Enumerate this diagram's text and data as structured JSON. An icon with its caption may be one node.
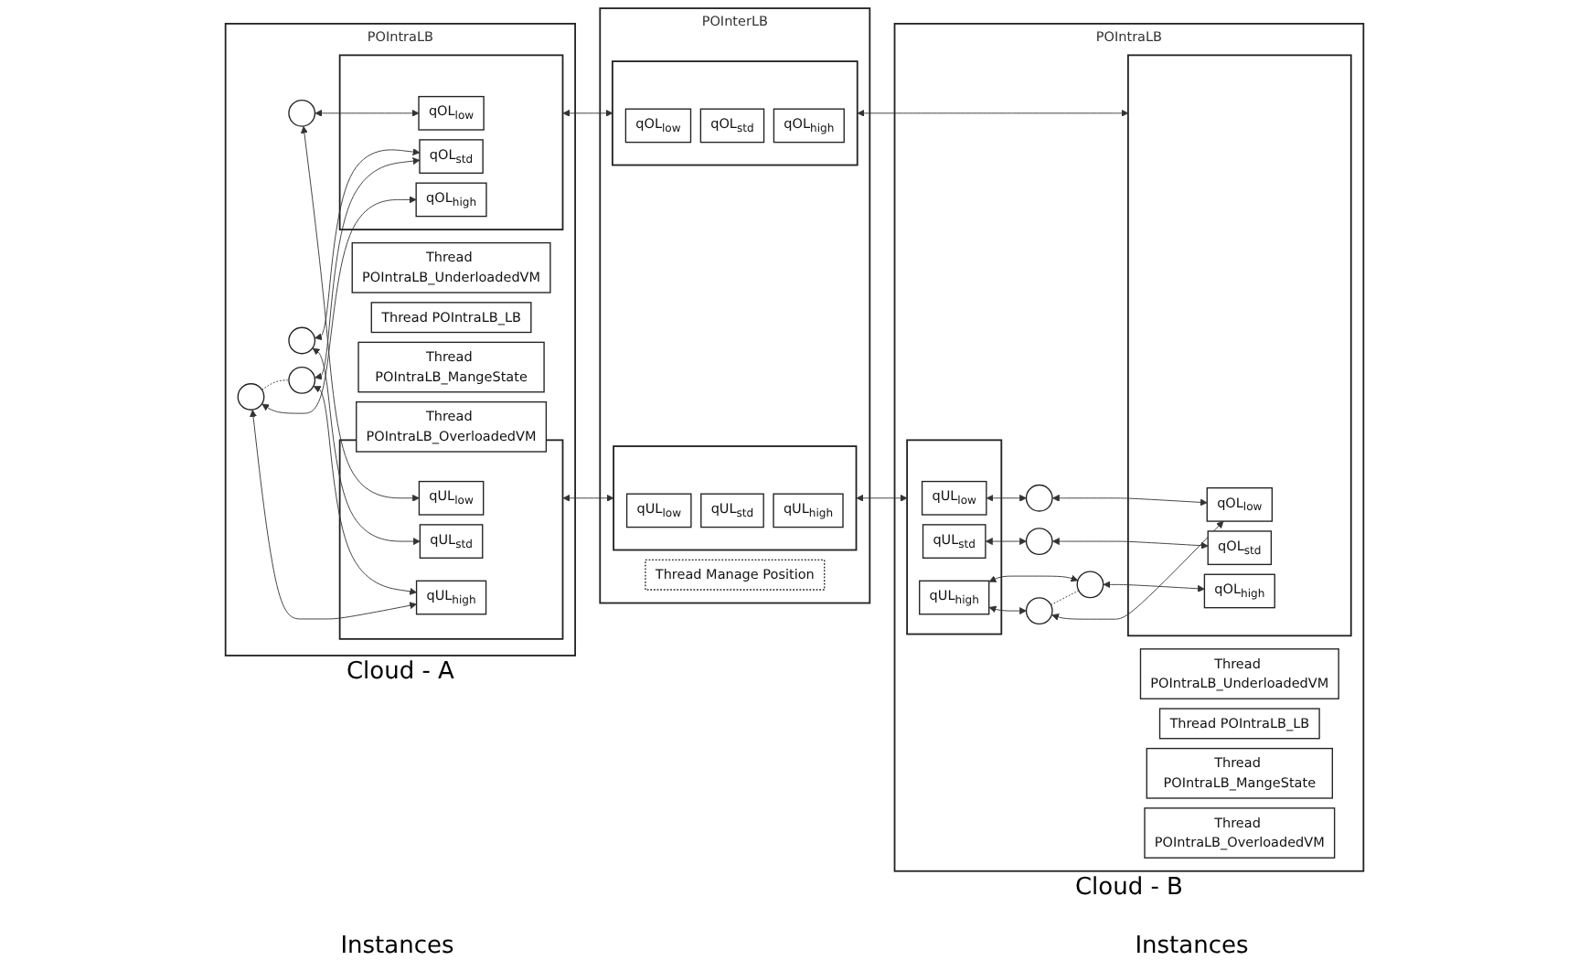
{
  "diagram": {
    "nodes": [
      {
        "text": [
          "POIntraLB"
        ],
        "beside": [
          "Cloud - A"
        ]
      },
      {
        "text": [
          "Thread POIntraLB_UnderloadedVM"
        ],
        "in": 0
      },
      {
        "text": [
          "Thread POIntraLB_LB"
        ],
        "in": 0
      },
      {
        "text": [],
        "shape": "box",
        "in": 0
      },
      {
        "text": [
          "qUL$_{low}$"
        ],
        "in": 3
      },
      {
        "text": [
          "qUL$_{std}$"
        ],
        "in": 3
      },
      {
        "text": [
          "qUL$_{high}$"
        ],
        "in": 3
      },
      {
        "text": [],
        "shape": "box",
        "in": 0
      },
      {
        "text": [
          "qOL$_{low}$"
        ],
        "in": 7
      },
      {
        "text": [
          "qOL$_{std}$"
        ],
        "in": 7
      },
      {
        "text": [
          "qOL$_{high}$"
        ],
        "in": 7
      },
      {
        "text": [],
        "shape": "circle",
        "in": 0
      },
      {
        "text": [],
        "shape": "circle",
        "in": 0
      },
      {
        "text": [],
        "shape": "circle",
        "in": 0
      },
      {
        "text": [],
        "shape": "circle",
        "in": 0
      },
      {
        "text": [
          "Thread POIntraLB_MangeState"
        ],
        "in": 0
      },
      {
        "text": [
          "Thread POIntraLB_OverloadedVM"
        ],
        "in": 0
      },
      {
        "text": [
          "POInterLB"
        ]
      },
      {
        "text": [],
        "shape": "box",
        "in": 17
      },
      {
        "text": [
          "qUL$_{low}$"
        ],
        "in": 18
      },
      {
        "text": [
          "qUL$_{std}$"
        ],
        "in": 18
      },
      {
        "text": [
          "qUL$_{high}$"
        ],
        "in": 18
      },
      {
        "text": [],
        "shape": "box",
        "in": 17
      },
      {
        "text": [
          "qOL$_{low}$"
        ],
        "in": 22
      },
      {
        "text": [
          "qOL$_{std}$"
        ],
        "in": 22
      },
      {
        "text": [
          "qOL$_{high}$"
        ],
        "in": 22
      },
      {
        "text": [
          "Thread Manage Position"
        ],
        "in": 17
      },
      {
        "text": [
          "POIntraLB"
        ],
        "beside": [
          "Cloud - B"
        ]
      },
      {
        "text": [
          "Thread POIntraLB_UnderloadedVM"
        ],
        "in": 27
      },
      {
        "text": [
          "Thread POIntraLB_LB"
        ],
        "in": 27
      },
      {
        "text": [],
        "shape": "box",
        "in": 27
      },
      {
        "text": [
          "qUL$_{low}$"
        ],
        "in": 30
      },
      {
        "text": [
          "qUL$_{std}$"
        ],
        "in": 30
      },
      {
        "text": [
          "qUL$_{high}$"
        ],
        "in": 30
      },
      {
        "text": [],
        "shape": "box",
        "in": 27
      },
      {
        "text": [
          "qOL$_{low}$"
        ],
        "in": 34
      },
      {
        "text": [
          "qOL$_{std}$"
        ],
        "in": 34
      },
      {
        "text": [
          "qOL$_{high}$"
        ],
        "in": 34
      },
      {
        "text": [],
        "shape": "circle",
        "in": 27
      },
      {
        "text": [],
        "shape": "circle",
        "in": 27
      },
      {
        "text": [],
        "shape": "circle",
        "in": 27
      },
      {
        "text": [],
        "shape": "circle",
        "in": 27
      },
      {
        "text": [
          "Thread POIntraLB_MangeState"
        ],
        "in": 27
      },
      {
        "text": [
          "Thread POIntraLB_OverloadedVM"
        ],
        "in": 27
      }
    ],
    "edges": [
      {
        "from": 11,
        "to": 4,
        "arrow": "both"
      },
      {
        "from": 12,
        "to": 5,
        "arrow": "both"
      },
      {
        "from": 13,
        "to": 6,
        "arrow": "both"
      },
      {
        "from": 14,
        "to": 6,
        "arrow": "both"
      },
      {
        "from": 11,
        "to": 8,
        "arrow": "both"
      },
      {
        "from": 12,
        "to": 9,
        "arrow": "both"
      },
      {
        "from": 13,
        "to": 10,
        "arrow": "both"
      },
      {
        "from": 14,
        "to": 9,
        "arrow": "both"
      },
      {
        "from": 13,
        "to": 14,
        "arrow": "none",
        "style": "dashed"
      },
      {
        "from": 3,
        "to": 18,
        "arrow": "both"
      },
      {
        "from": 7,
        "to": 22,
        "arrow": "both"
      },
      {
        "from": 18,
        "to": 30,
        "arrow": "both"
      },
      {
        "from": 22,
        "to": 34,
        "arrow": "both"
      },
      {
        "from": 31,
        "to": 38,
        "arrow": "both"
      },
      {
        "from": 32,
        "to": 39,
        "arrow": "both"
      },
      {
        "from": 33,
        "to": 40,
        "arrow": "both"
      },
      {
        "from": 33,
        "to": 41,
        "arrow": "both"
      },
      {
        "from": 38,
        "to": 35,
        "arrow": "both"
      },
      {
        "from": 39,
        "to": 36,
        "arrow": "both"
      },
      {
        "from": 40,
        "to": 35,
        "arrow": "both"
      },
      {
        "from": 41,
        "to": 37,
        "arrow": "both"
      },
      {
        "from": 40,
        "to": 41,
        "arrow": "none",
        "style": "dashed"
      }
    ],
    "labels": [
      "Instances",
      "Instances"
    ]
  }
}
